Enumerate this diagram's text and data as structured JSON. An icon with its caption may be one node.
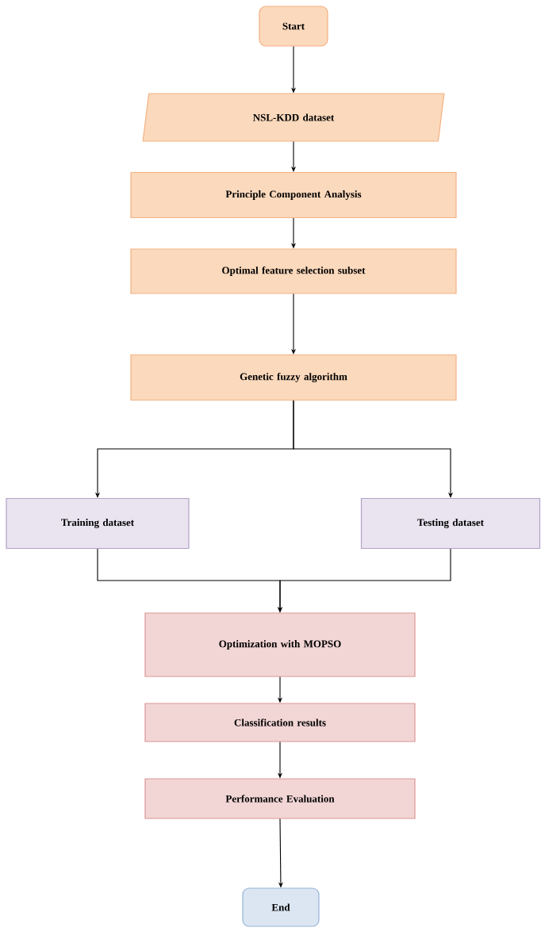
{
  "diagram": {
    "nodes": [
      {
        "text": [
          "Start"
        ]
      },
      {
        "text": [
          "NSL-KDD dataset"
        ]
      },
      {
        "text": [
          "Principle Component Analysis"
        ]
      },
      {
        "text": [
          "Optimal feature selection subset"
        ]
      },
      {
        "text": [
          "Genetic fuzzy algorithm"
        ]
      },
      {
        "text": [
          "Training dataset"
        ]
      },
      {
        "text": [
          "Testing dataset"
        ]
      },
      {
        "text": [
          "Optimization with MOPSO"
        ]
      },
      {
        "text": [
          "Classification results"
        ]
      },
      {
        "text": [
          "Performance Evaluation"
        ]
      },
      {
        "text": [
          "End"
        ]
      }
    ],
    "edges": [
      {
        "from": 0,
        "to": 1,
        "arrow": "to"
      },
      {
        "from": 1,
        "to": 2,
        "arrow": "to"
      },
      {
        "from": 2,
        "to": 3,
        "arrow": "to"
      },
      {
        "from": 3,
        "to": 4,
        "arrow": "to"
      },
      {
        "from": 4,
        "to": 5,
        "arrow": "to"
      },
      {
        "from": 4,
        "to": 6,
        "arrow": "to"
      },
      {
        "from": 5,
        "to": 7,
        "arrow": "to"
      },
      {
        "from": 6,
        "to": 7,
        "arrow": "to"
      },
      {
        "from": 7,
        "to": 8,
        "arrow": "to"
      },
      {
        "from": 8,
        "to": 9,
        "arrow": "to"
      },
      {
        "from": 9,
        "to": 10,
        "arrow": "to"
      }
    ]
  }
}
